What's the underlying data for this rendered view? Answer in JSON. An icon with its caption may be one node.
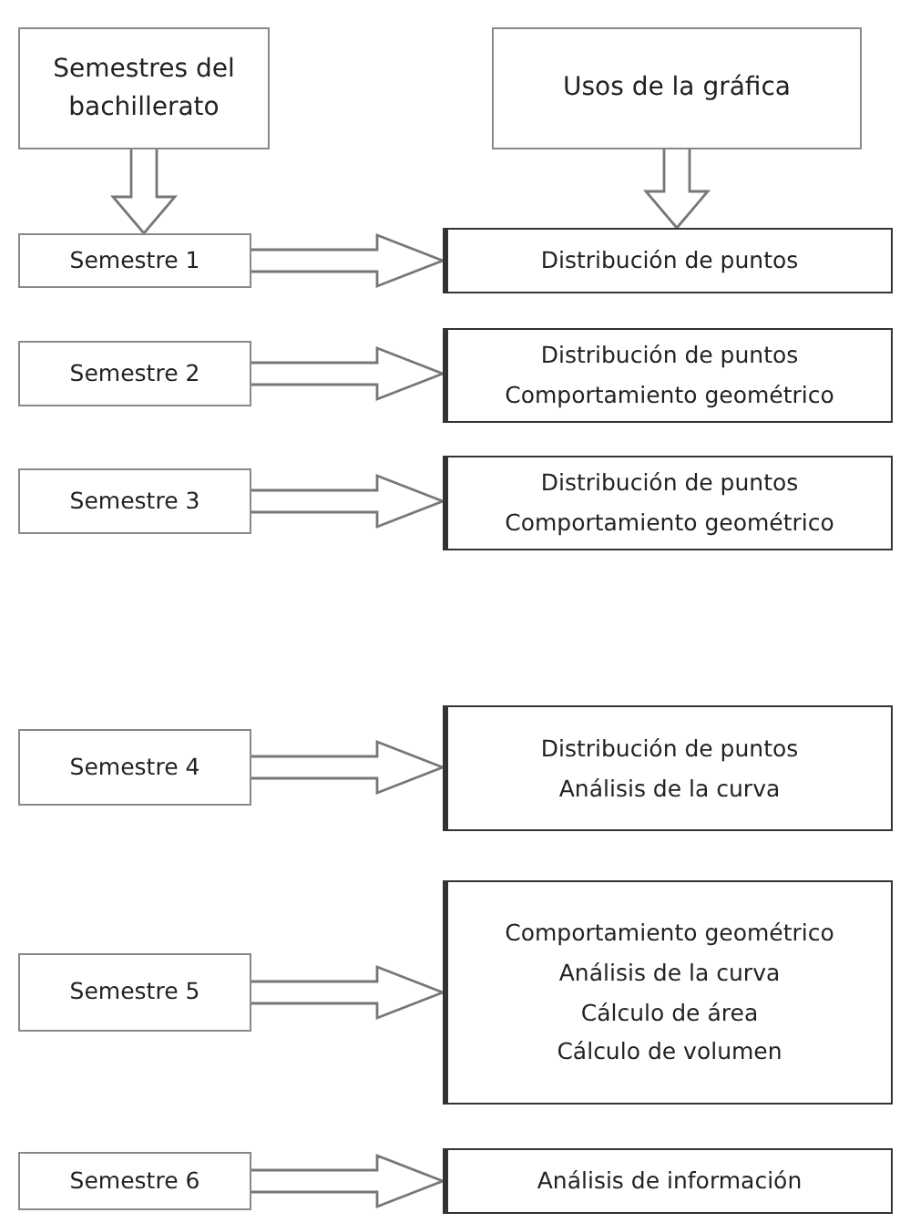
{
  "diagram": {
    "nodes": [
      {
        "text": [
          "Semestres del bachillerato"
        ]
      },
      {
        "text": [
          "Usos de la gráfica"
        ]
      },
      {
        "text": [
          "Semestre 1"
        ]
      },
      {
        "text": [
          "Distribución de puntos"
        ]
      },
      {
        "text": [
          "Semestre 2"
        ]
      },
      {
        "text": [
          "Distribución de puntos",
          "Comportamiento geométrico"
        ]
      },
      {
        "text": [
          "Semestre 3"
        ]
      },
      {
        "text": [
          "Distribución de puntos",
          "Comportamiento geométrico"
        ]
      },
      {
        "text": [
          "Semestre 4"
        ]
      },
      {
        "text": [
          "Distribución de puntos",
          "Análisis de la curva"
        ]
      },
      {
        "text": [
          "Semestre 5"
        ]
      },
      {
        "text": [
          "Comportamiento geométrico",
          "Análisis de la curva",
          "Cálculo de área",
          "Cálculo de volumen"
        ]
      },
      {
        "text": [
          "Semestre 6"
        ]
      },
      {
        "text": [
          "Análisis de información"
        ]
      }
    ],
    "edges": [
      {
        "from": 0,
        "to": 2,
        "arrow": "to"
      },
      {
        "from": 1,
        "to": 3,
        "arrow": "to"
      },
      {
        "from": 2,
        "to": 3,
        "arrow": "to"
      },
      {
        "from": 4,
        "to": 5,
        "arrow": "to"
      },
      {
        "from": 6,
        "to": 7,
        "arrow": "to"
      },
      {
        "from": 8,
        "to": 9,
        "arrow": "to"
      },
      {
        "from": 10,
        "to": 11,
        "arrow": "to"
      },
      {
        "from": 12,
        "to": 13,
        "arrow": "to"
      }
    ]
  }
}
